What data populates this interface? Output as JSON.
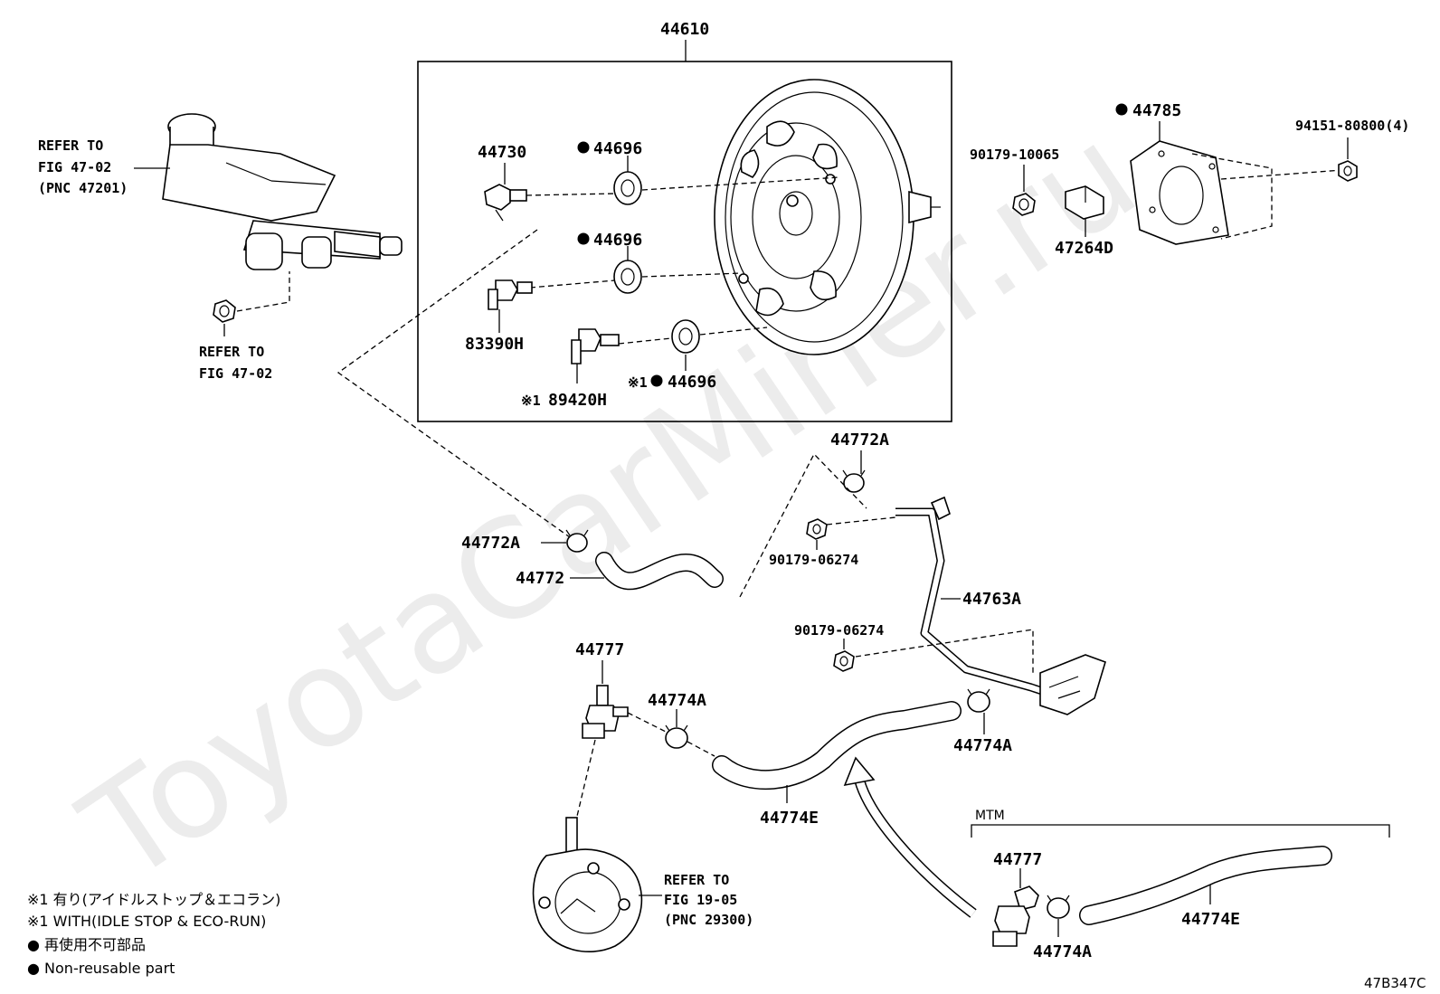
{
  "watermark": "ToyotaCarMiner.ru",
  "diagram_code": "47B347C",
  "group_label": "44610",
  "mtm_label": "MTM",
  "markers": {
    "asterisk1": "※1",
    "dot": "●"
  },
  "parts": {
    "p44730": "44730",
    "p44696_a": "44696",
    "p44696_b": "44696",
    "p44696_c": "44696",
    "p83390H": "83390H",
    "p89420H": "89420H",
    "p44785": "44785",
    "p94151": "94151-80800(4)",
    "p90179_10065": "90179-10065",
    "p47264D": "47264D",
    "p44772A_top": "44772A",
    "p44772A_left": "44772A",
    "p44772": "44772",
    "p90179_06274_a": "90179-06274",
    "p90179_06274_b": "90179-06274",
    "p44763A": "44763A",
    "p44777_a": "44777",
    "p44774A_a": "44774A",
    "p44774A_b": "44774A",
    "p44774E_a": "44774E",
    "p44777_b": "44777",
    "p44774A_c": "44774A",
    "p44774E_b": "44774E"
  },
  "references": {
    "ref_master": [
      "REFER TO",
      "FIG 47-02",
      "(PNC 47201)"
    ],
    "ref_nut": [
      "REFER TO",
      "FIG 47-02"
    ],
    "ref_pump": [
      "REFER TO",
      "FIG 19-05",
      "(PNC 29300)"
    ]
  },
  "legend": {
    "line1": "※1 有り(アイドルストップ＆エコラン)",
    "line2": "※1 WITH(IDLE STOP & ECO-RUN)",
    "line3": "● 再使用不可部品",
    "line4": "● Non-reusable part"
  }
}
